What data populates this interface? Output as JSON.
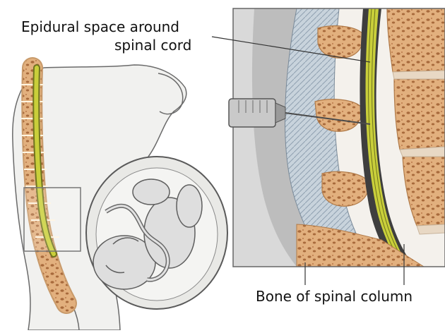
{
  "labels": {
    "epidural_line1": "Epidural space around",
    "epidural_line2": "spinal cord",
    "bone": "Bone of spinal column"
  },
  "colors": {
    "background": "#ffffff",
    "bone": "#e2b07e",
    "bone_pore": "#a86a3c",
    "spinal_cord": "#c9cf3a",
    "spinal_cord_dark": "#6f7320",
    "dura": "#3e3e3e",
    "ligament": "#a9b7c3",
    "skin_outline": "#6a6a6a",
    "body_fill": "#f1f1ef"
  }
}
